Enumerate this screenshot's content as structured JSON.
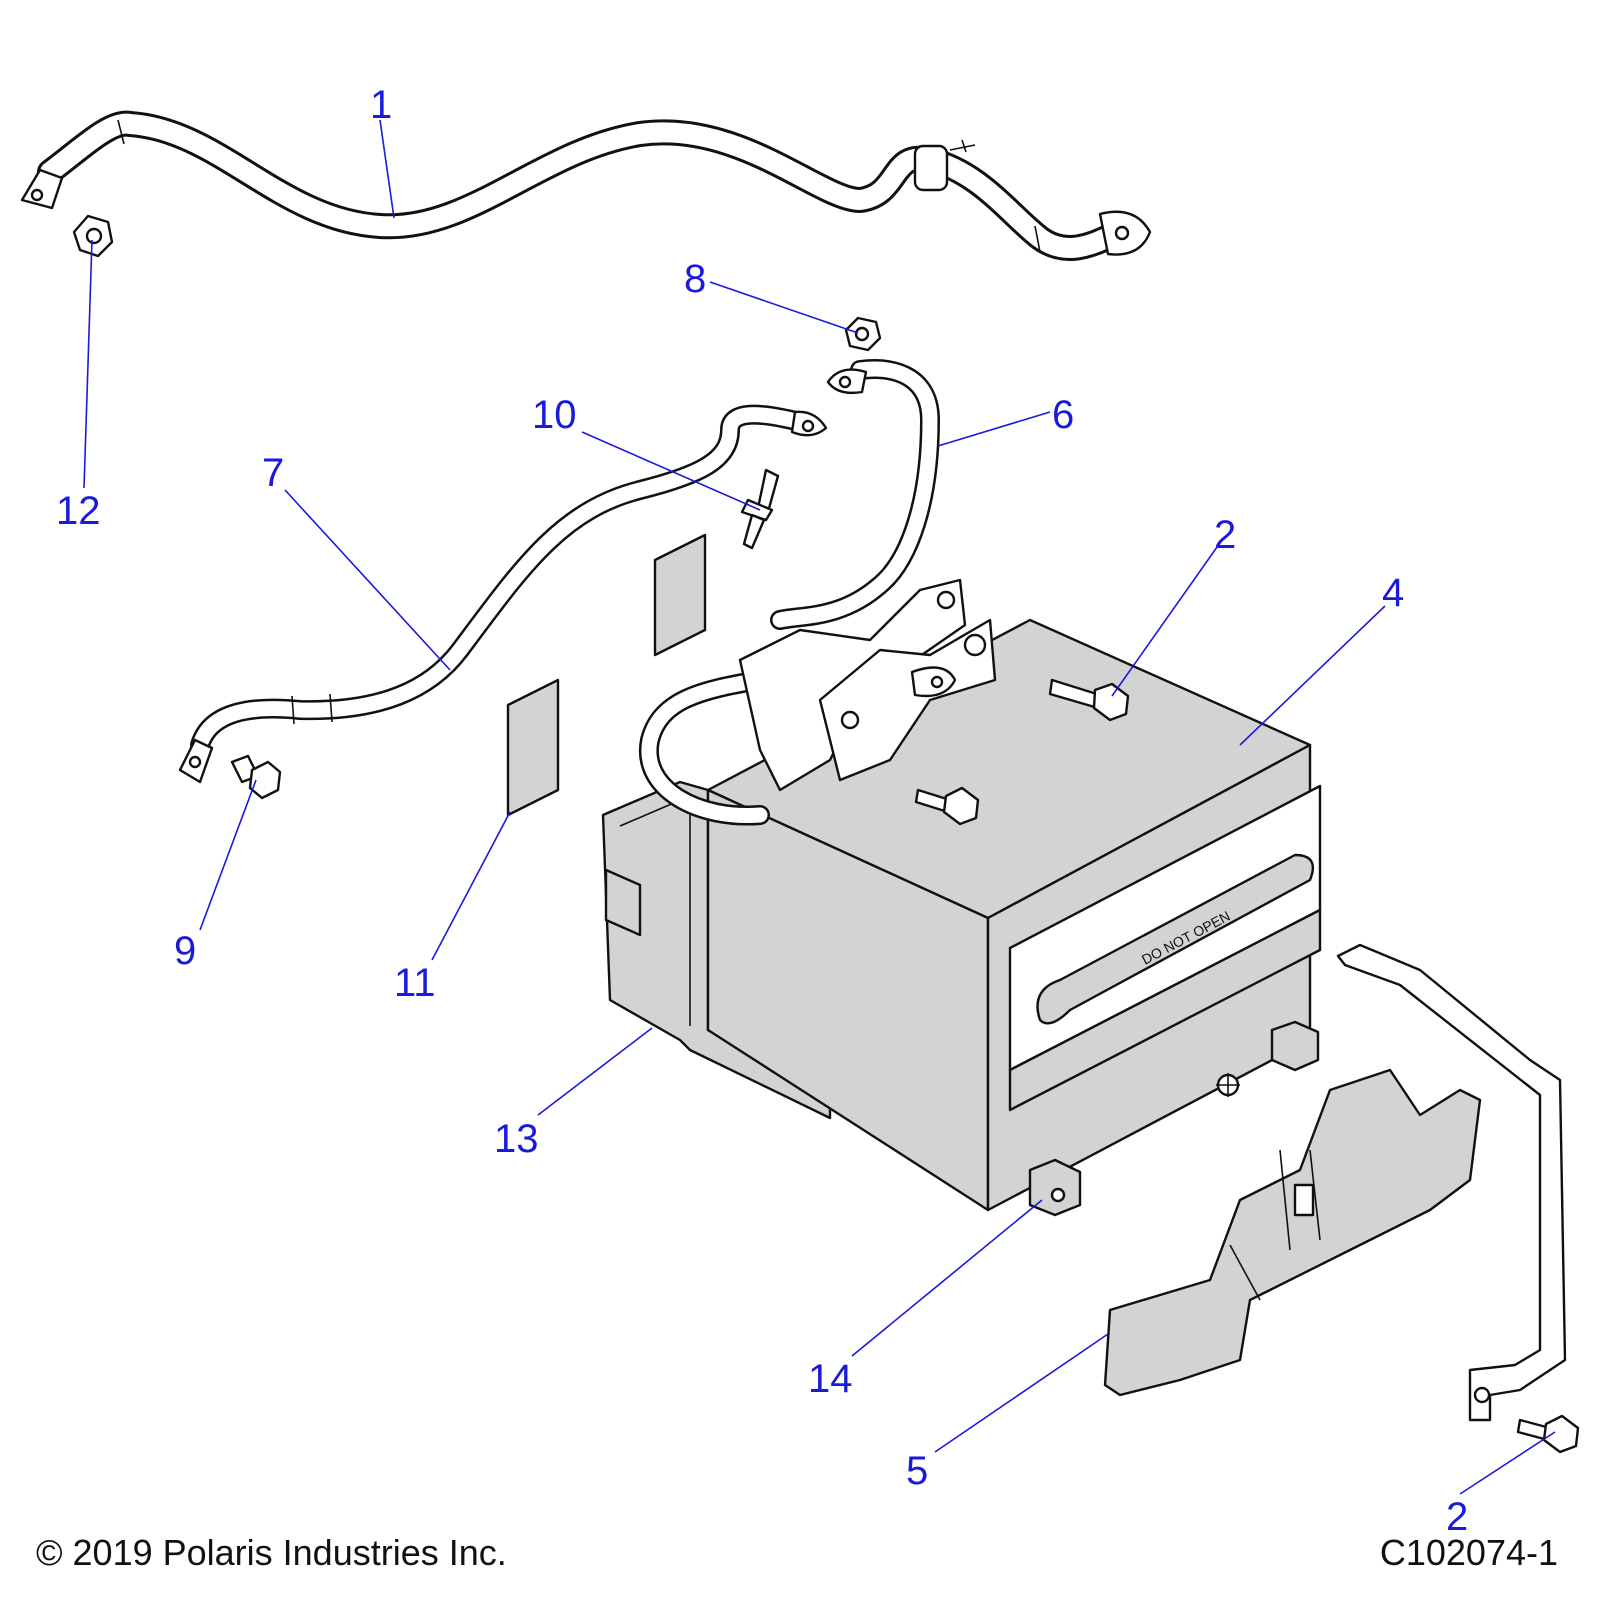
{
  "footer": {
    "copyright": "© 2019 Polaris Industries Inc.",
    "drawing_number": "C102074-1"
  },
  "battery_label": "DO NOT OPEN",
  "callouts": [
    {
      "id": "c1",
      "label": "1"
    },
    {
      "id": "c2a",
      "label": "2"
    },
    {
      "id": "c2b",
      "label": "2"
    },
    {
      "id": "c4",
      "label": "4"
    },
    {
      "id": "c5",
      "label": "5"
    },
    {
      "id": "c6",
      "label": "6"
    },
    {
      "id": "c7",
      "label": "7"
    },
    {
      "id": "c8",
      "label": "8"
    },
    {
      "id": "c9",
      "label": "9"
    },
    {
      "id": "c10",
      "label": "10"
    },
    {
      "id": "c11",
      "label": "11"
    },
    {
      "id": "c12",
      "label": "12"
    },
    {
      "id": "c13",
      "label": "13"
    },
    {
      "id": "c14",
      "label": "14"
    }
  ],
  "colors": {
    "callout": "#1a1adb",
    "line": "#111111",
    "fill_gray": "#d3d3d3"
  }
}
